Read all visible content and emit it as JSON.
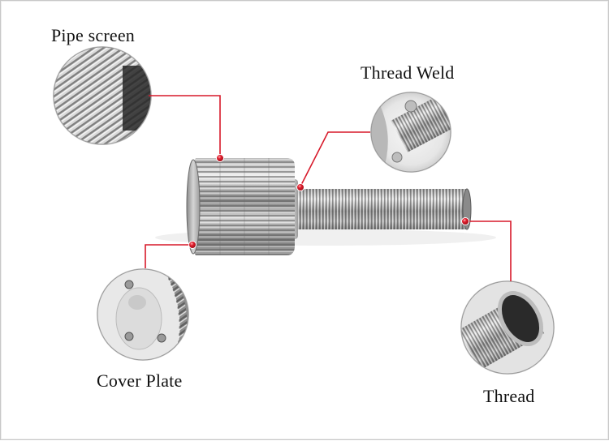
{
  "callouts": {
    "pipe_screen": "Pipe screen",
    "thread_weld": "Thread Weld",
    "cover_plate": "Cover Plate",
    "thread": "Thread"
  },
  "colors": {
    "leader_line": "#d7192a",
    "marker_dot": "#e2202f",
    "steel_light": "#dcdcdc",
    "steel_dark": "#6e6e6e",
    "frame_border": "#c8c8c8"
  }
}
